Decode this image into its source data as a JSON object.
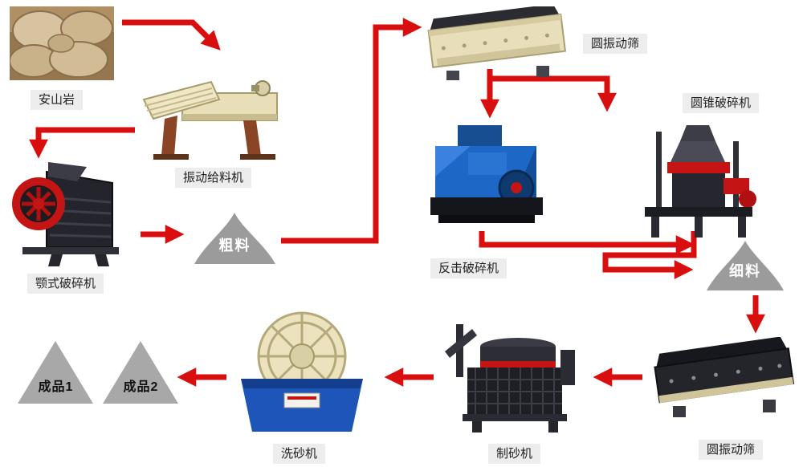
{
  "diagram": {
    "arrow_color": "#d90f0f",
    "label_bg": "#ededed",
    "nodes": {
      "source": {
        "label": "安山岩"
      },
      "feeder": {
        "label": "振动给料机"
      },
      "jaw_crusher": {
        "label": "颚式破碎机"
      },
      "coarse_material": {
        "label": "粗料"
      },
      "screen_top": {
        "label": "圆振动筛"
      },
      "impact_crusher": {
        "label": "反击破碎机"
      },
      "cone_crusher": {
        "label": "圆锥破碎机"
      },
      "fine_material": {
        "label": "细料"
      },
      "screen_bottom": {
        "label": "圆振动筛"
      },
      "sand_maker": {
        "label": "制砂机"
      },
      "sand_washer": {
        "label": "洗砂机"
      },
      "product1": {
        "label": "成品1"
      },
      "product2": {
        "label": "成品2"
      }
    },
    "edges": [
      {
        "from": "source",
        "to": "feeder"
      },
      {
        "from": "feeder",
        "to": "jaw_crusher"
      },
      {
        "from": "jaw_crusher",
        "to": "coarse_material"
      },
      {
        "from": "coarse_material",
        "to": "screen_top"
      },
      {
        "from": "screen_top",
        "to": "impact_crusher"
      },
      {
        "from": "screen_top",
        "to": "cone_crusher"
      },
      {
        "from": "impact_crusher",
        "to": "fine_material"
      },
      {
        "from": "cone_crusher",
        "to": "fine_material"
      },
      {
        "from": "fine_material",
        "to": "screen_bottom"
      },
      {
        "from": "screen_bottom",
        "to": "sand_maker"
      },
      {
        "from": "sand_maker",
        "to": "sand_washer"
      },
      {
        "from": "sand_washer",
        "to": "product1"
      },
      {
        "from": "sand_washer",
        "to": "product2"
      }
    ]
  }
}
